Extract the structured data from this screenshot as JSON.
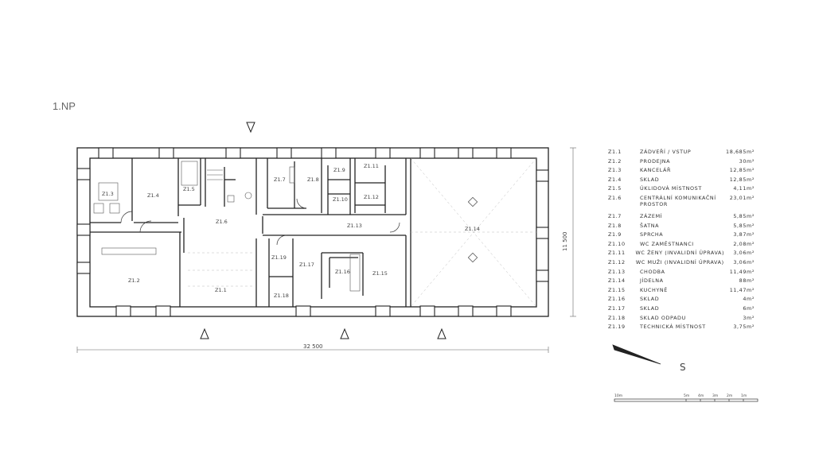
{
  "floor_label": "1.NP",
  "dimensions": {
    "width": "32 500",
    "height": "11 500"
  },
  "north_label": "S",
  "scale_labels": [
    "10m",
    "5m",
    "4m",
    "3m",
    "2m",
    "1m"
  ],
  "room_labels": {
    "r1": "Z1.1",
    "r2": "Z1.2",
    "r3": "Z1.3",
    "r4": "Z1.4",
    "r5": "Z1.5",
    "r6": "Z1.6",
    "r7": "Z1.7",
    "r8": "Z1.8",
    "r9": "Z1.9",
    "r10": "Z1.10",
    "r11": "Z1.11",
    "r12": "Z1.12",
    "r13": "Z1.13",
    "r14": "Z1.14",
    "r15": "Z1.15",
    "r16": "Z1.16",
    "r17": "Z1.17",
    "r18": "Z1.18",
    "r19": "Z1.19"
  },
  "legend": [
    {
      "code": "Z1.1",
      "name": "Zádveří / vstup",
      "area": "18,685m²"
    },
    {
      "code": "Z1.2",
      "name": "Prodejna",
      "area": "30m²"
    },
    {
      "code": "Z1.3",
      "name": "Kancelář",
      "area": "12,85m²"
    },
    {
      "code": "Z1.4",
      "name": "Sklad",
      "area": "12,85m²"
    },
    {
      "code": "Z1.5",
      "name": "Úklidová místnost",
      "area": "4,11m²"
    },
    {
      "code": "Z1.6",
      "name": "Centrální komunikační prostor",
      "area": "23,01m²"
    },
    {
      "code": "Z1.7",
      "name": "Zázemí",
      "area": "5,85m²"
    },
    {
      "code": "Z1.8",
      "name": "Šatna",
      "area": "5,85m²"
    },
    {
      "code": "Z1.9",
      "name": "Sprcha",
      "area": "3,87m²"
    },
    {
      "code": "Z1.10",
      "name": "WC zaměstnanci",
      "area": "2,08m²"
    },
    {
      "code": "Z1.11",
      "name": "WC ženy (invalidní úprava)",
      "area": "3,06m²"
    },
    {
      "code": "Z1.12",
      "name": "WC muži (invalidní úprava)",
      "area": "3,06m²"
    },
    {
      "code": "Z1.13",
      "name": "Chodba",
      "area": "11,49m²"
    },
    {
      "code": "Z1.14",
      "name": "Jídelna",
      "area": "88m²"
    },
    {
      "code": "Z1.15",
      "name": "Kuchyně",
      "area": "11,47m²"
    },
    {
      "code": "Z1.16",
      "name": "Sklad",
      "area": "4m²"
    },
    {
      "code": "Z1.17",
      "name": "Sklad",
      "area": "6m²"
    },
    {
      "code": "Z1.18",
      "name": "Sklad odpadu",
      "area": "3m²"
    },
    {
      "code": "Z1.19",
      "name": "Technická místnost",
      "area": "3,75m²"
    }
  ]
}
